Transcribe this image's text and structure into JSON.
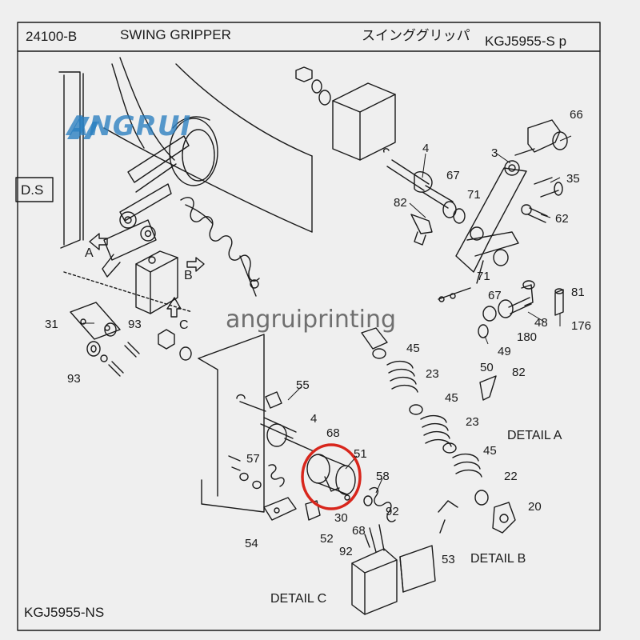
{
  "header": {
    "code": "24100-B",
    "title": "SWING GRIPPER",
    "title_jp": "スインググリッパ",
    "part_ref": "KGJ5955-S p"
  },
  "footer": {
    "part_ref": "KGJ5955-NS"
  },
  "side_tag": "D.S",
  "logo": {
    "text": "ANGRUI",
    "color": "#2a7fc0"
  },
  "watermark": "angruiprinting",
  "views": {
    "A": "A",
    "B": "B",
    "C": "C",
    "detail_a": "DETAIL A",
    "detail_b": "DETAIL B",
    "detail_c": "DETAIL C"
  },
  "callouts": {
    "c66": "66",
    "c4a": "4",
    "c3": "3",
    "c67a": "67",
    "c71a": "71",
    "c35": "35",
    "c82a": "82",
    "c62": "62",
    "c71b": "71",
    "c67b": "67",
    "c81": "81",
    "c48": "48",
    "c176": "176",
    "c180": "180",
    "c49": "49",
    "c50": "50",
    "c82b": "82",
    "c45a": "45",
    "c23a": "23",
    "c45b": "45",
    "c23b": "23",
    "c45c": "45",
    "c22": "22",
    "c20": "20",
    "c31": "31",
    "c93a": "93",
    "c93b": "93",
    "c55": "55",
    "c4b": "4",
    "c68a": "68",
    "c51": "51",
    "c57": "57",
    "c58": "58",
    "c30": "30",
    "c68b": "68",
    "c92a": "92",
    "c54": "54",
    "c52": "52",
    "c92b": "92",
    "c53": "53"
  },
  "highlight": {
    "part": "51",
    "color": "#d8261c"
  }
}
